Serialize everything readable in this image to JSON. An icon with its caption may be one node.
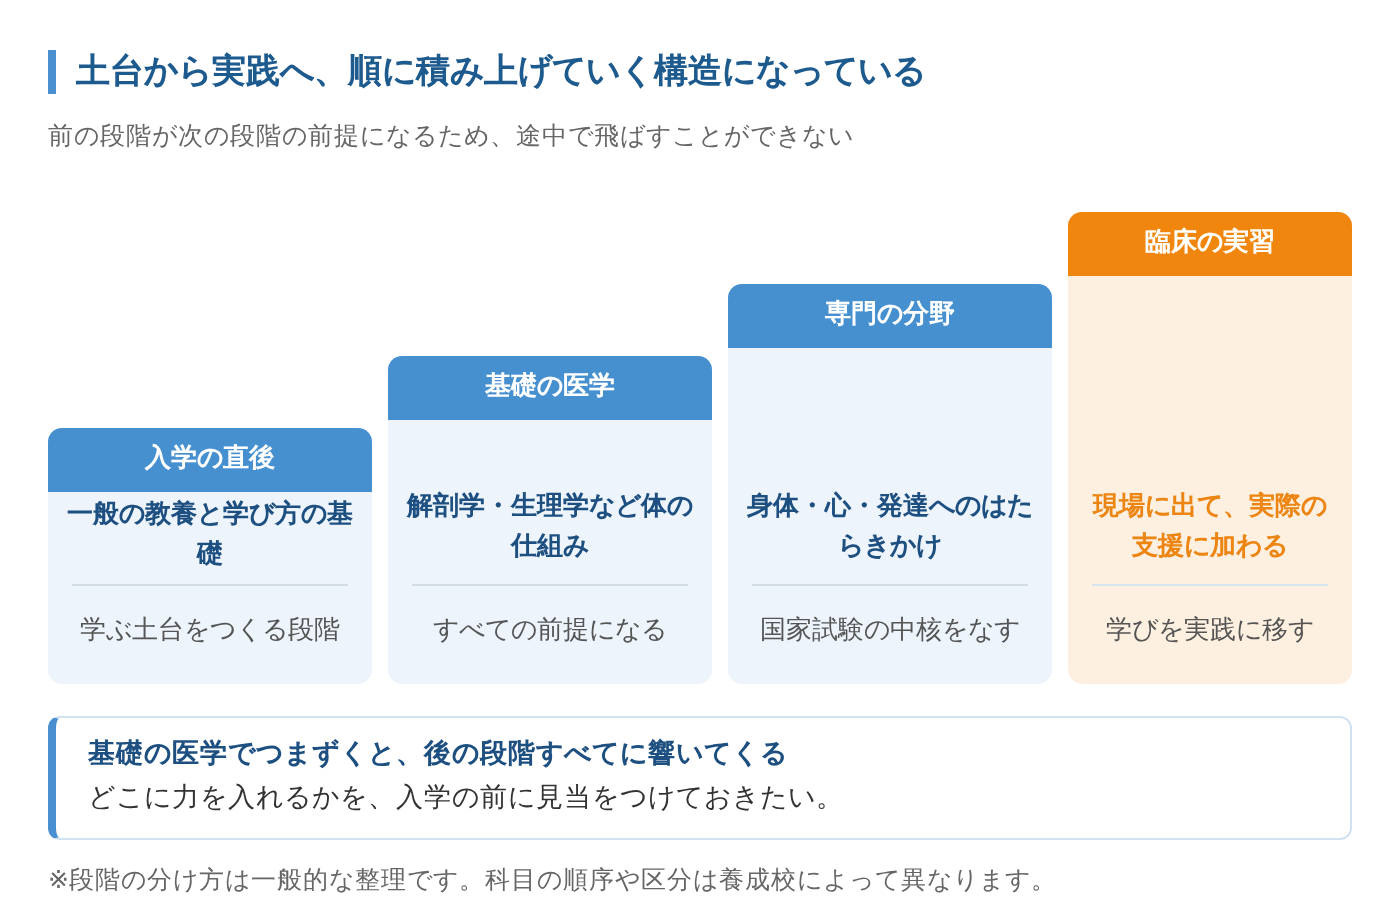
{
  "diagram": {
    "title": "土台から実践へ、順に積み上げていく構造になっている",
    "nodes": [
      {
        "text": [
          "入学の直後",
          "一般の教養と学び方の基礎",
          "学ぶ土台をつくる段階"
        ]
      },
      {
        "text": [
          "基礎の医学",
          "解剖学・生理学など体の仕組み",
          "すべての前提になる"
        ]
      },
      {
        "text": [
          "専門の分野",
          "身体・心・発達へのはたらきかけ",
          "国家試験の中核をなす"
        ]
      },
      {
        "text": [
          "臨床の実習",
          "現場に出て、実際の支援に加わる",
          "学びを実践に移す"
        ]
      },
      {
        "text": [
          "基礎の医学でつまずくと、後の段階すべてに響いてくる",
          "どこに力を入れるかを、入学の前に見当をつけておきたい。"
        ]
      }
    ],
    "labels": [
      "前の段階が次の段階の前提になるため、途中で飛ばすことができない",
      "※段階の分け方は一般的な整理です。科目の順序や区分は養成校によって異なります。"
    ]
  }
}
